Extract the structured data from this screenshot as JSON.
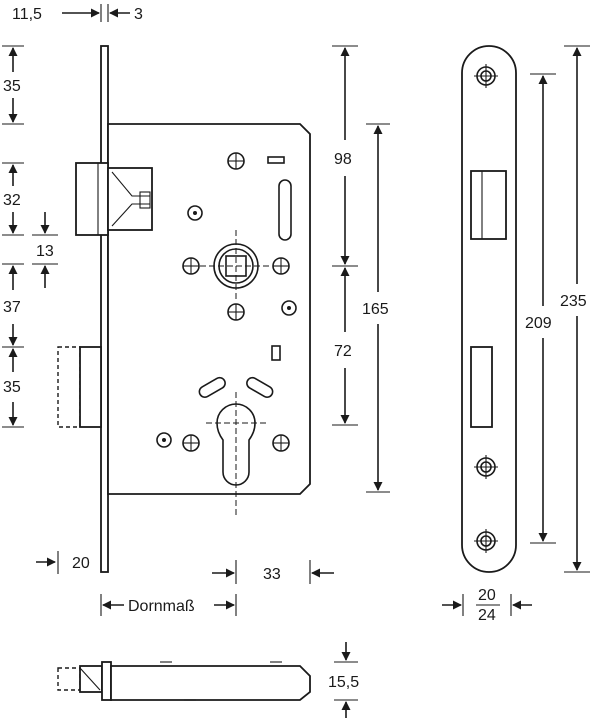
{
  "dimensions": {
    "faceplate_thickness": "11,5",
    "plate_edge": "3",
    "top_35": "35",
    "latch_32": "32",
    "latch_13": "13",
    "gap_37": "37",
    "bolt_35": "35",
    "backset_20": "20",
    "cyl_33": "33",
    "dornmass": "Dornmaß",
    "upper_98": "98",
    "lower_72": "72",
    "case_165": "165",
    "screws_209": "209",
    "plate_235": "235",
    "plate_width_20": "20",
    "plate_width_24": "24",
    "depth_15_5": "15,5"
  }
}
